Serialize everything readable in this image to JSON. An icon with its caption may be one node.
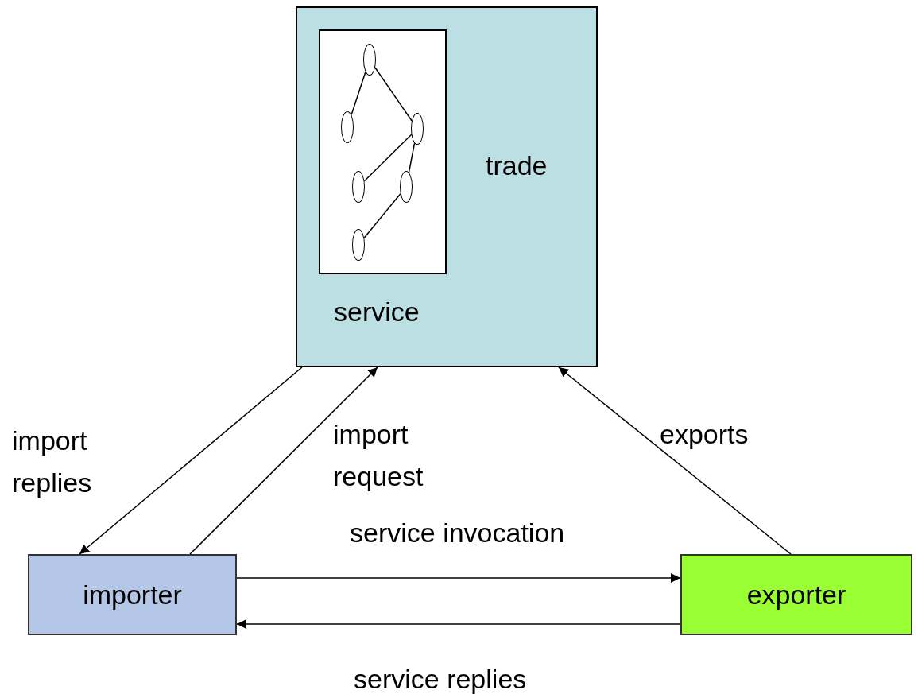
{
  "diagram": {
    "nodes": [
      {
        "text": [
          "trade"
        ]
      },
      {
        "text": [
          "service"
        ],
        "in": 0
      },
      {
        "text": [],
        "shape": "ellipse",
        "in": 1
      },
      {
        "text": [],
        "shape": "ellipse",
        "in": 1
      },
      {
        "text": [],
        "shape": "ellipse",
        "in": 1
      },
      {
        "text": [],
        "shape": "ellipse",
        "in": 1
      },
      {
        "text": [],
        "shape": "ellipse",
        "in": 1
      },
      {
        "text": [],
        "shape": "ellipse",
        "in": 1
      },
      {
        "text": [
          "importer"
        ]
      },
      {
        "text": [
          "exporter"
        ]
      }
    ],
    "edges": [
      {
        "from": 2,
        "to": 3,
        "arrow": "none"
      },
      {
        "from": 2,
        "to": 4,
        "arrow": "none"
      },
      {
        "from": 4,
        "to": 5,
        "arrow": "none"
      },
      {
        "from": 4,
        "to": 6,
        "arrow": "none"
      },
      {
        "from": 6,
        "to": 7,
        "arrow": "none"
      },
      {
        "from": 0,
        "to": 8,
        "label": "import replies",
        "arrow": "to"
      },
      {
        "from": 8,
        "to": 0,
        "label": "import request",
        "arrow": "to"
      },
      {
        "from": 9,
        "to": 0,
        "label": "exports",
        "arrow": "to"
      },
      {
        "from": 8,
        "to": 9,
        "label": "service invocation",
        "arrow": "to"
      },
      {
        "from": 9,
        "to": 8,
        "label": "service replies",
        "arrow": "to"
      }
    ]
  }
}
